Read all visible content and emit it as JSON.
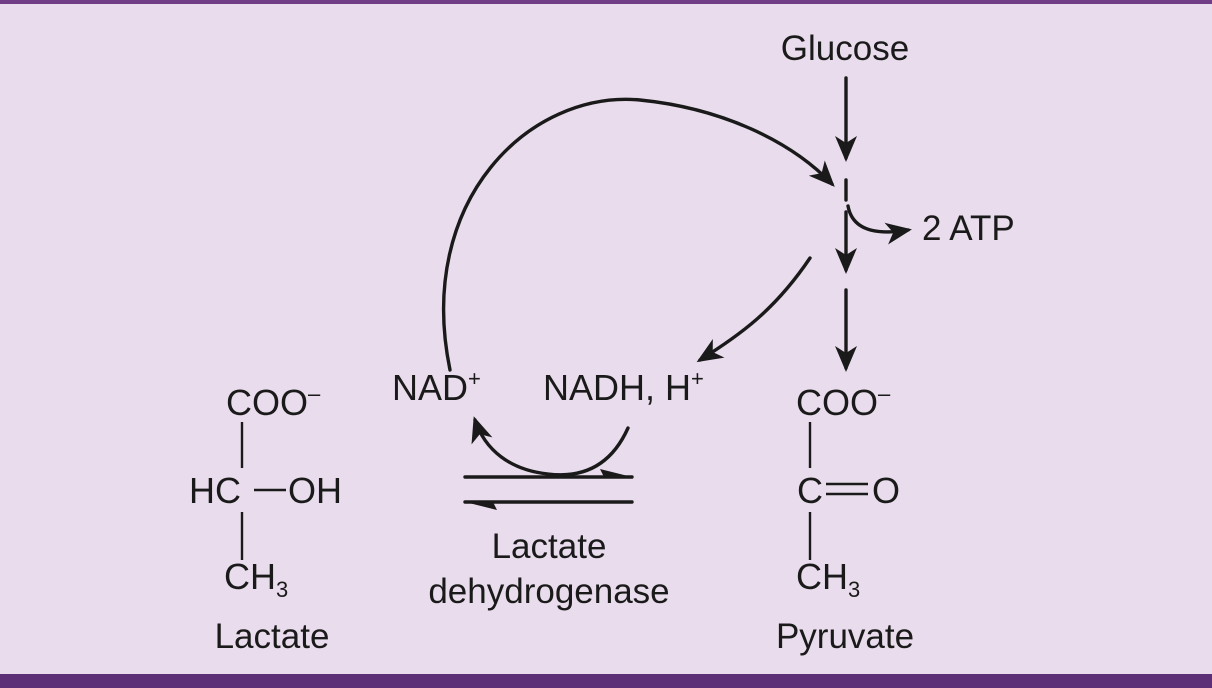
{
  "pathway": {
    "glucose": "Glucose",
    "atp": "2 ATP",
    "nad": {
      "base": "NAD",
      "sup": "+"
    },
    "nadh": {
      "base": "NADH, H",
      "sup": "+"
    },
    "enzyme": {
      "line1": "Lactate",
      "line2": "dehydrogenase"
    }
  },
  "lactate": {
    "carboxylate": {
      "base": "COO",
      "sup": "–"
    },
    "carbon": "HC",
    "hydroxyl": "OH",
    "methyl": {
      "base": "CH",
      "sub": "3"
    },
    "name": "Lactate"
  },
  "pyruvate": {
    "carboxylate": {
      "base": "COO",
      "sup": "–"
    },
    "carbon": "C",
    "oxygen": "O",
    "methyl": {
      "base": "CH",
      "sub": "3"
    },
    "name": "Pyruvate"
  },
  "colors": {
    "background": "#e9dcec",
    "frame": "#5d2f77",
    "ink": "#1a1a1a"
  }
}
